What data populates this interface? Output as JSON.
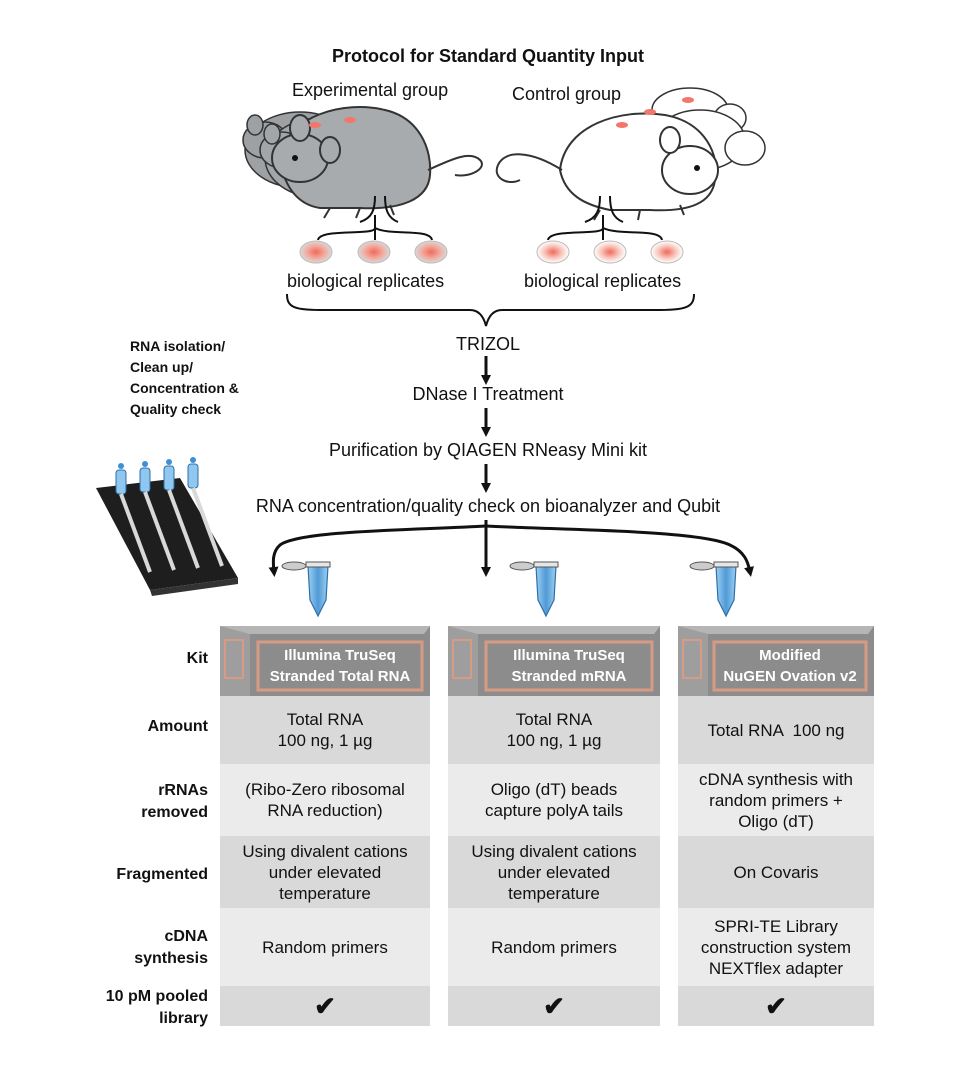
{
  "title": "Protocol for Standard Quantity Input",
  "groups": {
    "experimental": {
      "label": "Experimental group",
      "replicates": "biological replicates"
    },
    "control": {
      "label": "Control group",
      "replicates": "biological replicates"
    }
  },
  "side_note": [
    "RNA isolation/",
    "Clean up/",
    "Concentration &",
    "Quality check"
  ],
  "steps": [
    "TRIZOL",
    "DNase I Treatment",
    "Purification by QIAGEN RNeasy Mini kit",
    "RNA concentration/quality check on bioanalyzer and Qubit"
  ],
  "row_labels": {
    "kit": "Kit",
    "amount": "Amount",
    "rrna": [
      "rRNAs",
      "removed"
    ],
    "fragmented": "Fragmented",
    "cdna": [
      "cDNA",
      "synthesis"
    ],
    "pooled": [
      "10 pM pooled",
      "library"
    ]
  },
  "kits": [
    {
      "name": [
        "Illumina TruSeq",
        "Stranded Total RNA"
      ],
      "amount": [
        "Total RNA",
        "100 ng, 1 µg"
      ],
      "rrna": [
        "(Ribo-Zero ribosomal",
        "RNA reduction)"
      ],
      "fragmented": [
        "Using divalent cations",
        "under elevated",
        "temperature"
      ],
      "cdna": [
        "Random primers"
      ],
      "pooled": "✔"
    },
    {
      "name": [
        "Illumina TruSeq",
        "Stranded mRNA"
      ],
      "amount": [
        "Total RNA",
        "100 ng, 1 µg"
      ],
      "rrna": [
        "Oligo (dT) beads",
        "capture polyA tails"
      ],
      "fragmented": [
        "Using divalent cations",
        "under elevated",
        "temperature"
      ],
      "cdna": [
        "Random primers"
      ],
      "pooled": "✔"
    },
    {
      "name": [
        "Modified",
        "NuGEN Ovation v2"
      ],
      "amount": [
        "Total RNA  100 ng"
      ],
      "rrna": [
        "cDNA synthesis with",
        "random primers +",
        "Oligo (dT)"
      ],
      "fragmented": [
        "On Covaris"
      ],
      "cdna": [
        "SPRI-TE Library",
        "construction system",
        "NEXTflex adapter"
      ],
      "pooled": "✔"
    }
  ],
  "colors": {
    "kit_box": "#8c8c8c",
    "kit_border": "#d79a85",
    "row_dark": "#d9d9d9",
    "row_light": "#ebebeb",
    "mouse_gray": "#a8abae",
    "tube_blue": "#5aa7e0",
    "rack_black": "#1e1e1e"
  }
}
